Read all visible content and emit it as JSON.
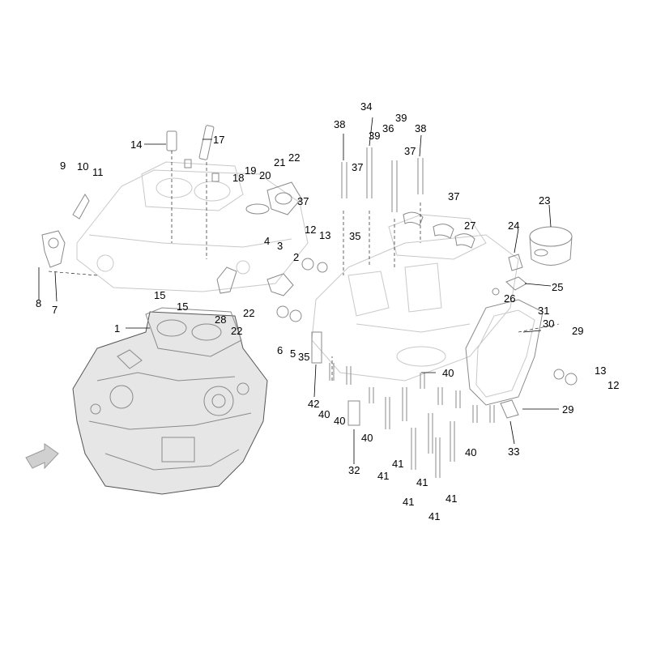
{
  "diagram": {
    "type": "exploded-parts-view",
    "subject": "crankcase",
    "callouts": [
      "1",
      "2",
      "3",
      "4",
      "5",
      "6",
      "7",
      "8",
      "9",
      "10",
      "11",
      "12",
      "13",
      "14",
      "15",
      "17",
      "18",
      "19",
      "20",
      "21",
      "22",
      "23",
      "24",
      "25",
      "26",
      "27",
      "28",
      "29",
      "30",
      "31",
      "32",
      "33",
      "34",
      "35",
      "36",
      "37",
      "38",
      "39",
      "40",
      "41",
      "42"
    ],
    "arrow_icon": "direction-arrow-icon"
  }
}
